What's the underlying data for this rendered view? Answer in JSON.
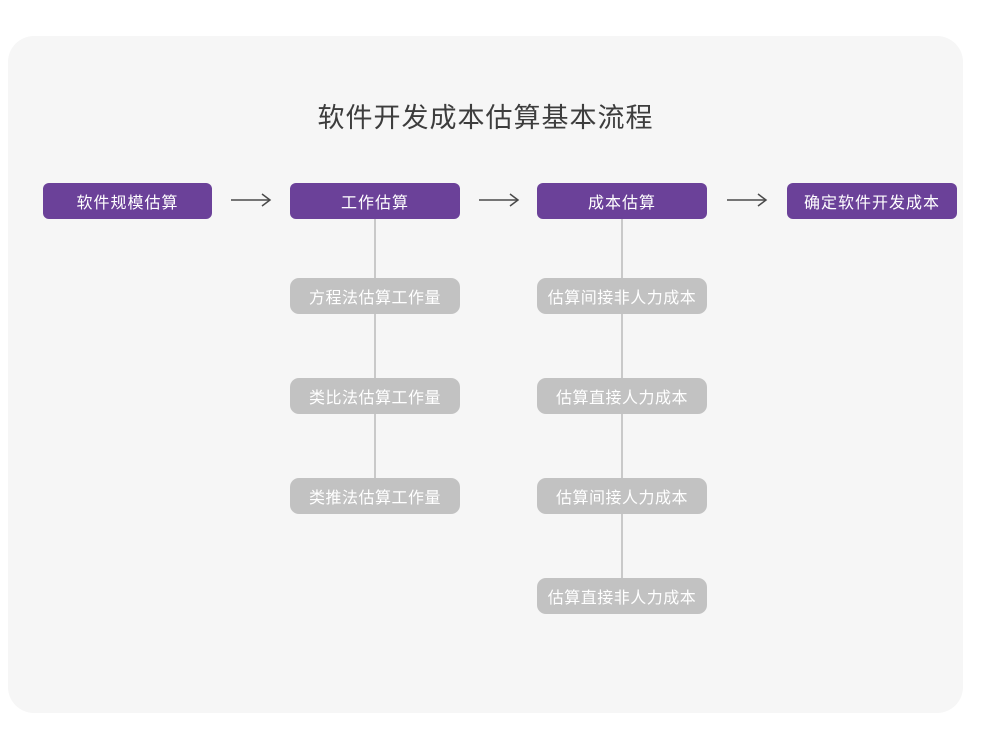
{
  "diagram": {
    "title": "软件开发成本估算基本流程",
    "main_flow": [
      {
        "label": "软件规模估算"
      },
      {
        "label": "工作估算"
      },
      {
        "label": "成本估算"
      },
      {
        "label": "确定软件开发成本"
      }
    ],
    "work_estimation_methods": [
      {
        "label": "方程法估算工作量"
      },
      {
        "label": "类比法估算工作量"
      },
      {
        "label": "类推法估算工作量"
      }
    ],
    "cost_estimation_items": [
      {
        "label": "估算间接非人力成本"
      },
      {
        "label": "估算直接人力成本"
      },
      {
        "label": "估算间接人力成本"
      },
      {
        "label": "估算直接非人力成本"
      }
    ],
    "colors": {
      "main_node": "#6b4199",
      "sub_node": "#c2c2c2",
      "card_background": "#f6f6f6",
      "connector": "#c9c9c9",
      "arrow": "#4a4a4a",
      "title_text": "#3d3d3d",
      "node_text": "#ffffff"
    }
  }
}
